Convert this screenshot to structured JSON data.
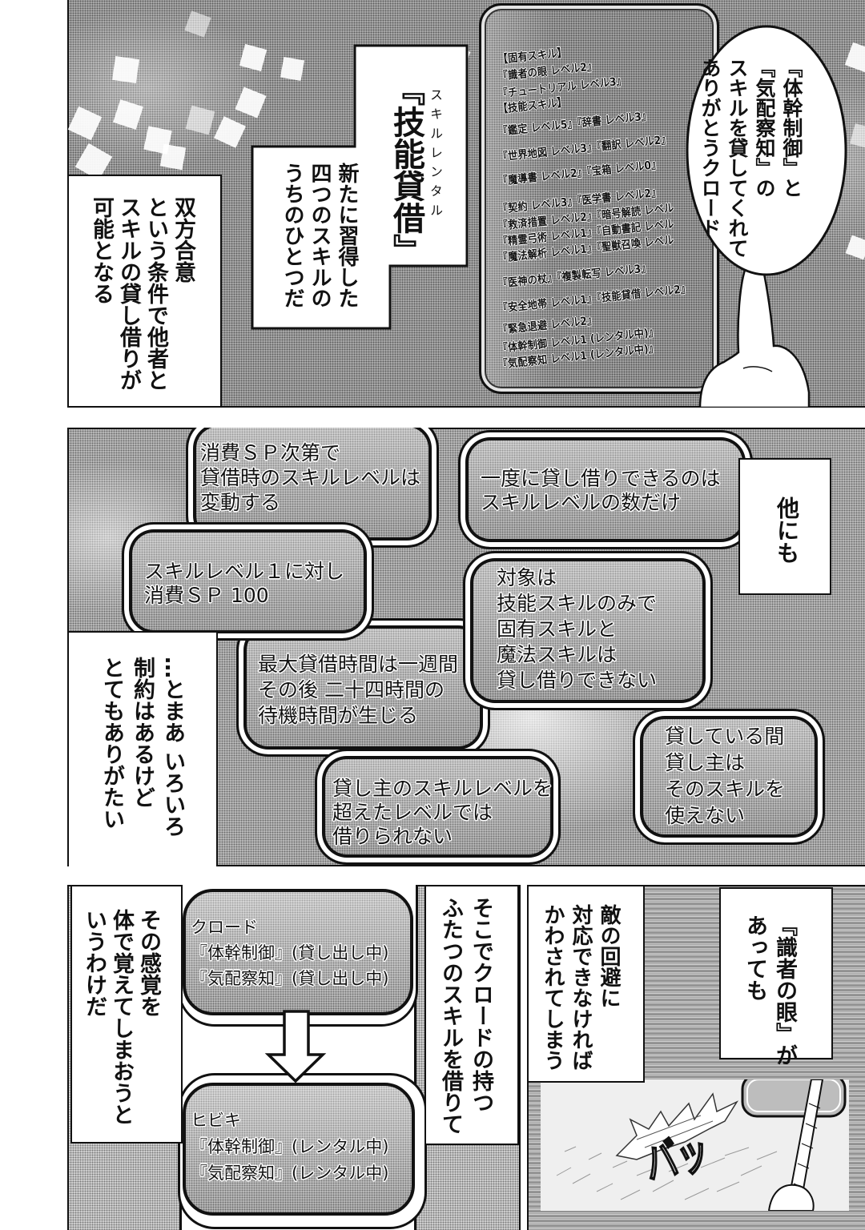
{
  "panel_1": {
    "status_window": {
      "lines": [
        "【固有スキル】",
        "『識者の眼 レベル2』",
        "『チュートリアル レベル3』",
        "【技能スキル】",
        "『鑑定 レベル5』『辞書 レベル3』",
        "『世界地図 レベル3』『翻訳 レベル2』",
        "『魔導書 レベル2』『宝箱 レベル0』",
        "『契約 レベル3』『医学書 レベル2』",
        "『救済措置 レベル2』『暗号解読 レベル",
        "『精霊弓術 レベル1』『自動書記 レベル",
        "『魔法解析 レベル1』『聖獣召喚 レベル",
        "『医神の杖』『複製転写 レベル3』",
        "『安全地帯 レベル1』『技能貸借 レベル2』",
        "『緊急退避 レベル2』",
        "『体幹制御 レベル1 (レンタル中)』",
        "『気配察知 レベル1 (レンタル中)』"
      ]
    },
    "skill_caption": {
      "title": "『技能貸借』",
      "ruby": "スキルレンタル",
      "lines": [
        "新たに習得した",
        "四つのスキルの",
        "うちのひとつだ"
      ]
    },
    "consent_caption": {
      "lines": [
        "双方合意",
        "という条件で他者と",
        "スキルの貸し借りが",
        "可能となる"
      ]
    },
    "speech_bubble": {
      "lines": [
        "『体幹制御』と",
        "『気配察知』の",
        "スキルを貸してくれて",
        "ありがとうクロード"
      ]
    }
  },
  "panel_2": {
    "other_caption": {
      "lines": [
        "他にも"
      ]
    },
    "rules": [
      {
        "lines": [
          "一度に貸し借りできるのは",
          "スキルレベルの数だけ"
        ]
      },
      {
        "lines": [
          "消費ＳＰ次第で",
          "貸借時のスキルレベルは",
          "変動する"
        ]
      },
      {
        "lines": [
          "対象は",
          "技能スキルのみで",
          "固有スキルと",
          "魔法スキルは",
          "貸し借りできない"
        ]
      },
      {
        "lines": [
          "スキルレベル１に対し",
          "消費ＳＰ 100"
        ]
      },
      {
        "lines": [
          "最大貸借時間は一週間",
          "その後 二十四時間の",
          "待機時間が生じる"
        ]
      },
      {
        "lines": [
          "貸している間",
          "貸し主は",
          "そのスキルを",
          "使えない"
        ]
      },
      {
        "lines": [
          "貸し主のスキルレベルを",
          "超えたレベルでは",
          "借りられない"
        ]
      }
    ],
    "summary_caption": {
      "lines": [
        "…とまあ いろいろ",
        "制約はあるけど",
        "とてもありがたい"
      ]
    }
  },
  "panel_3": {
    "borrow_caption": {
      "lines": [
        "そこでクロードの持つ",
        "ふたつのスキルを借りて"
      ]
    },
    "lender_box": {
      "name": "クロード",
      "skills": [
        "『体幹制御』(貸し出し中)",
        "『気配察知』(貸し出し中)"
      ]
    },
    "transfer_arrow": {
      "icon": "arrow-down-icon"
    },
    "borrower_box": {
      "name": "ヒビキ",
      "skills": [
        "『体幹制御』(レンタル中)",
        "『気配察知』(レンタル中)"
      ]
    },
    "learn_caption": {
      "lines": [
        "その感覚を",
        "体で覚えてしまおうと",
        "いうわけだ"
      ]
    }
  },
  "panel_4": {
    "eye_caption": {
      "lines": [
        "『識者の眼』が",
        "あっても"
      ]
    },
    "evade_caption": {
      "lines": [
        "敵の回避に",
        "対応できなければ",
        "かわされてしまう"
      ]
    },
    "sfx": "バッ"
  },
  "colors": {
    "ink": "#111111",
    "paper": "#ffffff",
    "tone_dark": "#b3b3b3",
    "tone_light": "#c3c3c3"
  }
}
